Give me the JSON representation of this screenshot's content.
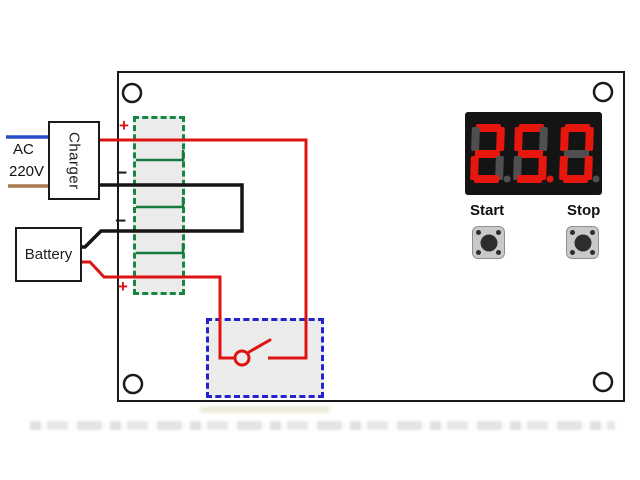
{
  "external": {
    "ac_label": "AC",
    "voltage_label": "220V",
    "charger_label": "Charger",
    "battery_label": "Battery"
  },
  "terminals": {
    "plus_top": "+",
    "minus_top": "−",
    "minus_mid": "−",
    "plus_bottom": "+"
  },
  "display": {
    "value": "25.0",
    "lit_color": "#e8170e",
    "unlit_color": "#4f4f4f",
    "background": "#141414"
  },
  "controls": {
    "start_label": "Start",
    "stop_label": "Stop"
  },
  "colors": {
    "wire_red": "#dc1411",
    "wire_black": "#151515",
    "wire_blue": "#2b4bc8",
    "wire_brown": "#a97a4e",
    "terminal_green": "#147a3e",
    "relay_blue": "#2323cd",
    "board_outline": "#1a1a1a"
  }
}
